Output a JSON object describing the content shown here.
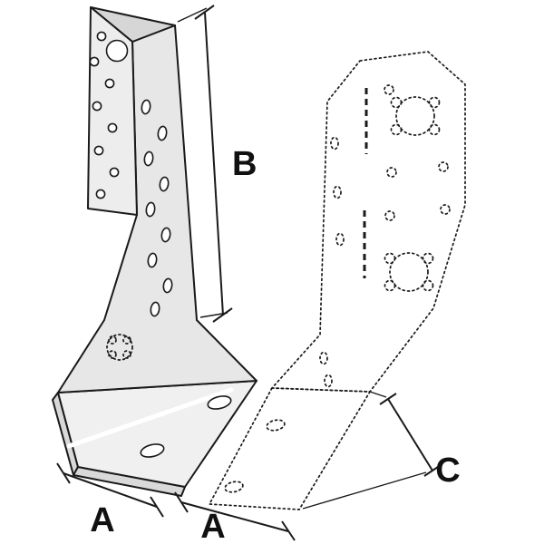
{
  "labels": {
    "height": "B",
    "width_left": "A",
    "width_bottom": "A",
    "depth": "C"
  },
  "colors": {
    "outline": "#1a1a1a",
    "flange": "#ededed",
    "front": "#e7e7e7",
    "top_fold": "#d6d6d6",
    "seat": "#f0f0f0",
    "thickness": "#d9d9d9",
    "highlight": "#ffffff",
    "background": "#ffffff"
  }
}
